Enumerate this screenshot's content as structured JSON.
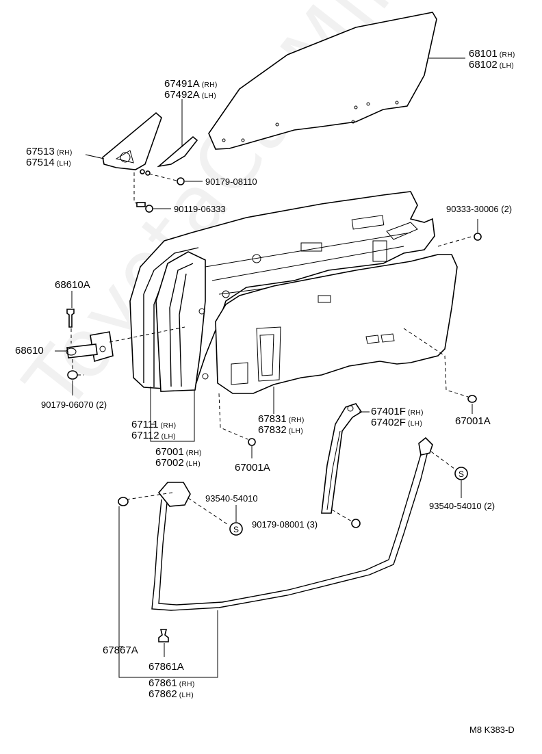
{
  "watermark": "ToyotaCarMine.ru",
  "diagram_code": "M8  K383-D",
  "labels": {
    "glass_rh": "68101",
    "glass_lh": "68102",
    "tri_glass_rh": "67491A",
    "tri_glass_lh": "67492A",
    "mirror_cover_rh": "67513",
    "mirror_cover_lh": "67514",
    "nut_08110": "90179-08110",
    "bolt_06333": "90119-06333",
    "plug_30006": "90333-30006 (2)",
    "check_bolt": "68610A",
    "check": "68610",
    "nut_06070": "90179-06070 (2)",
    "panel_sub_rh": "67111",
    "panel_sub_lh": "67112",
    "panel_rh": "67001",
    "panel_lh": "67002",
    "trim_rh": "67831",
    "trim_lh": "67832",
    "clip_a_left": "67001A",
    "clip_a_right": "67001A",
    "channel_rh": "67401F",
    "channel_lh": "67402F",
    "seal_left": "93540-54010",
    "seal_right": "93540-54010 (2)",
    "nut_08001": "90179-08001 (3)",
    "clip_67867a": "67867A",
    "clip_67861a": "67861A",
    "weather_rh": "67861",
    "weather_lh": "67862",
    "rh": "(RH)",
    "lh": "(LH)",
    "s_mark": "S"
  }
}
